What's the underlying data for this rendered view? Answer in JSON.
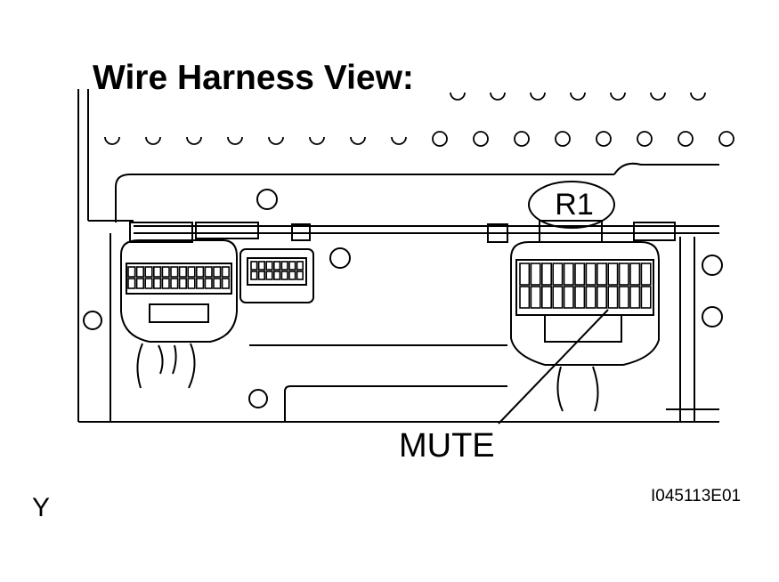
{
  "diagram": {
    "title": "Wire Harness View:",
    "connector_label": "R1",
    "terminal_label": "MUTE",
    "corner_letter": "Y",
    "figure_id": "I045113E01"
  },
  "colors": {
    "line": "#000000",
    "background": "#ffffff"
  }
}
